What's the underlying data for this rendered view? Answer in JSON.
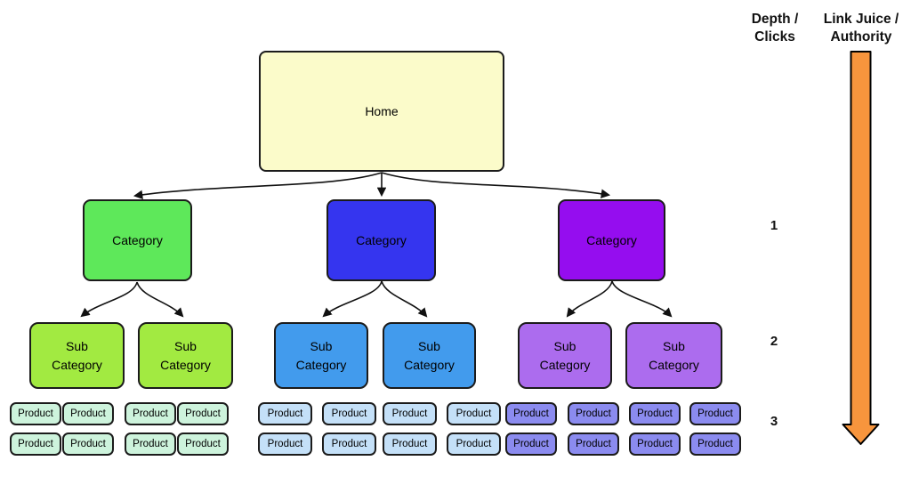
{
  "diagram": {
    "home": {
      "label": "Home",
      "color": "#FBFBCA"
    },
    "branches": [
      {
        "id": "green",
        "category": {
          "label": "Category",
          "color": "#5EE85A"
        },
        "subcategories": [
          {
            "label": "Sub Category",
            "color": "#A2EA41"
          },
          {
            "label": "Sub Category",
            "color": "#A2EA41"
          }
        ],
        "products": {
          "label": "Product",
          "color": "#CDF3DC",
          "count": 8
        }
      },
      {
        "id": "blue",
        "category": {
          "label": "Category",
          "color": "#3535EF"
        },
        "subcategories": [
          {
            "label": "Sub Category",
            "color": "#429BED"
          },
          {
            "label": "Sub Category",
            "color": "#429BED"
          }
        ],
        "products": {
          "label": "Product",
          "color": "#C4E0F8",
          "count": 8
        }
      },
      {
        "id": "purple",
        "category": {
          "label": "Category",
          "color": "#950DEF"
        },
        "subcategories": [
          {
            "label": "Sub Category",
            "color": "#AC6CEE"
          },
          {
            "label": "Sub Category",
            "color": "#AC6CEE"
          }
        ],
        "products": {
          "label": "Product",
          "color": "#8B8BEF",
          "count": 8
        }
      }
    ]
  },
  "axis": {
    "depth_header": "Depth / Clicks",
    "authority_header": "Link Juice / Authority",
    "depth_levels": [
      "1",
      "2",
      "3"
    ],
    "arrow_color": "#F7953D"
  }
}
